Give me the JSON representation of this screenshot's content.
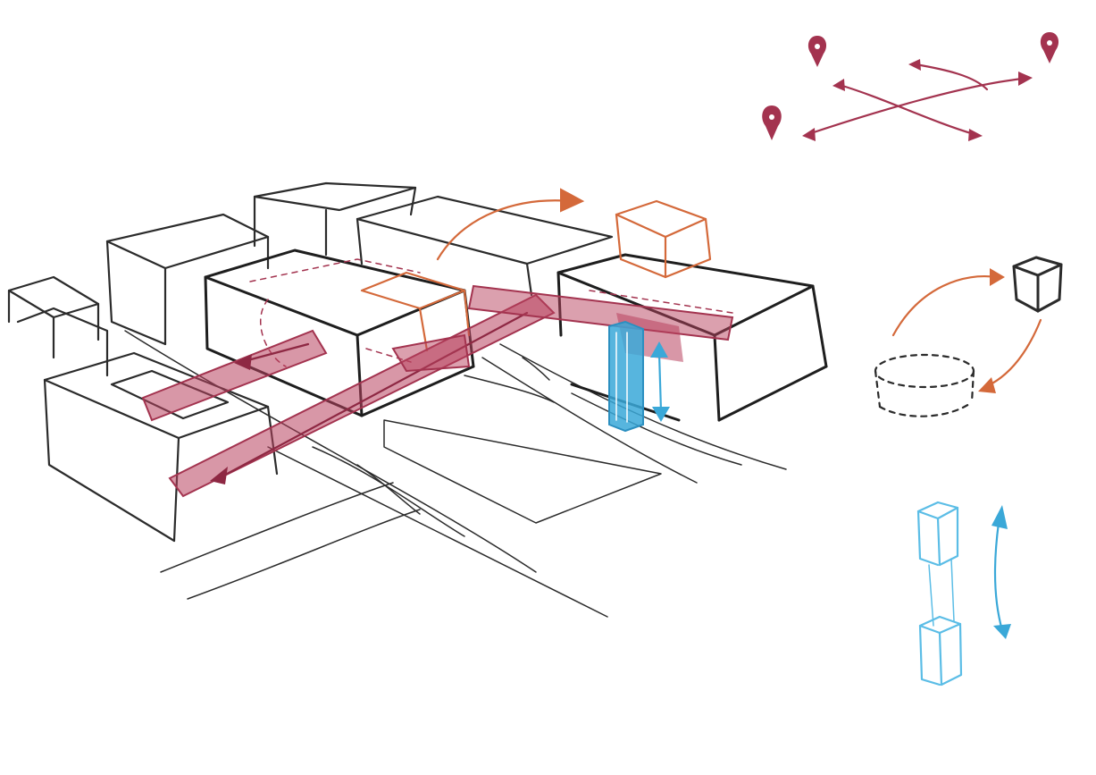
{
  "palette": {
    "pencil": "#2b2b2b",
    "circulation": "#a3334f",
    "circulation_fill": "#b8415e",
    "relocation": "#d4693a",
    "vertical": "#3aa8d8",
    "vertical_light": "#5bbde6"
  },
  "legend": {
    "circulation": {
      "icon": "location-pin-icon",
      "pins": 3,
      "arrows": 4
    },
    "relocation": {
      "icon": "cube-icon",
      "arrows": 2
    },
    "vertical": {
      "icon": "double-arrow-icon",
      "modules": 2
    }
  }
}
